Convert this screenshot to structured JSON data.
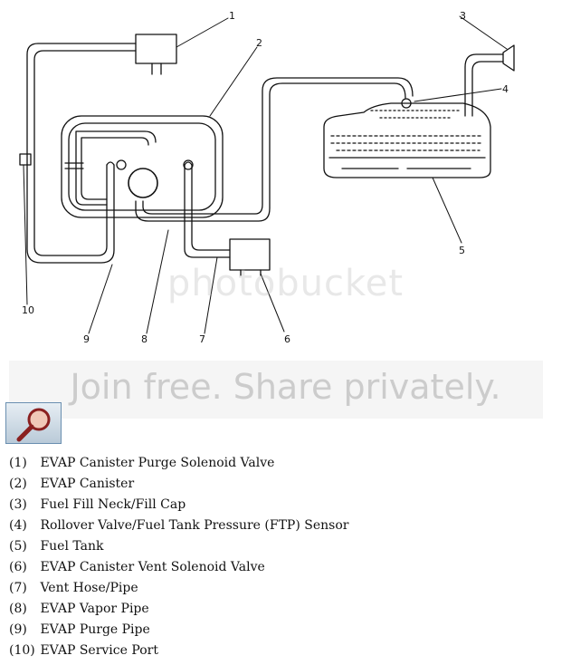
{
  "watermark": {
    "brand": "photobucket",
    "tagline": "Join free. Share privately."
  },
  "zoom_button": {
    "icon": "magnifier-icon"
  },
  "callouts": [
    {
      "id": "1",
      "label": "1"
    },
    {
      "id": "2",
      "label": "2"
    },
    {
      "id": "3",
      "label": "3"
    },
    {
      "id": "4",
      "label": "4"
    },
    {
      "id": "5",
      "label": "5"
    },
    {
      "id": "6",
      "label": "6"
    },
    {
      "id": "7",
      "label": "7"
    },
    {
      "id": "8",
      "label": "8"
    },
    {
      "id": "9",
      "label": "9"
    },
    {
      "id": "10",
      "label": "10"
    }
  ],
  "legend": [
    {
      "num": "(1)",
      "text": "EVAP Canister Purge Solenoid Valve"
    },
    {
      "num": "(2)",
      "text": "EVAP Canister"
    },
    {
      "num": "(3)",
      "text": "Fuel Fill Neck/Fill Cap"
    },
    {
      "num": "(4)",
      "text": "Rollover Valve/Fuel Tank Pressure (FTP) Sensor"
    },
    {
      "num": "(5)",
      "text": "Fuel Tank"
    },
    {
      "num": "(6)",
      "text": "EVAP Canister Vent Solenoid Valve"
    },
    {
      "num": "(7)",
      "text": "Vent Hose/Pipe"
    },
    {
      "num": "(8)",
      "text": "EVAP Vapor Pipe"
    },
    {
      "num": "(9)",
      "text": "EVAP Purge Pipe"
    },
    {
      "num": "(10)",
      "text": "EVAP Service Port"
    }
  ]
}
